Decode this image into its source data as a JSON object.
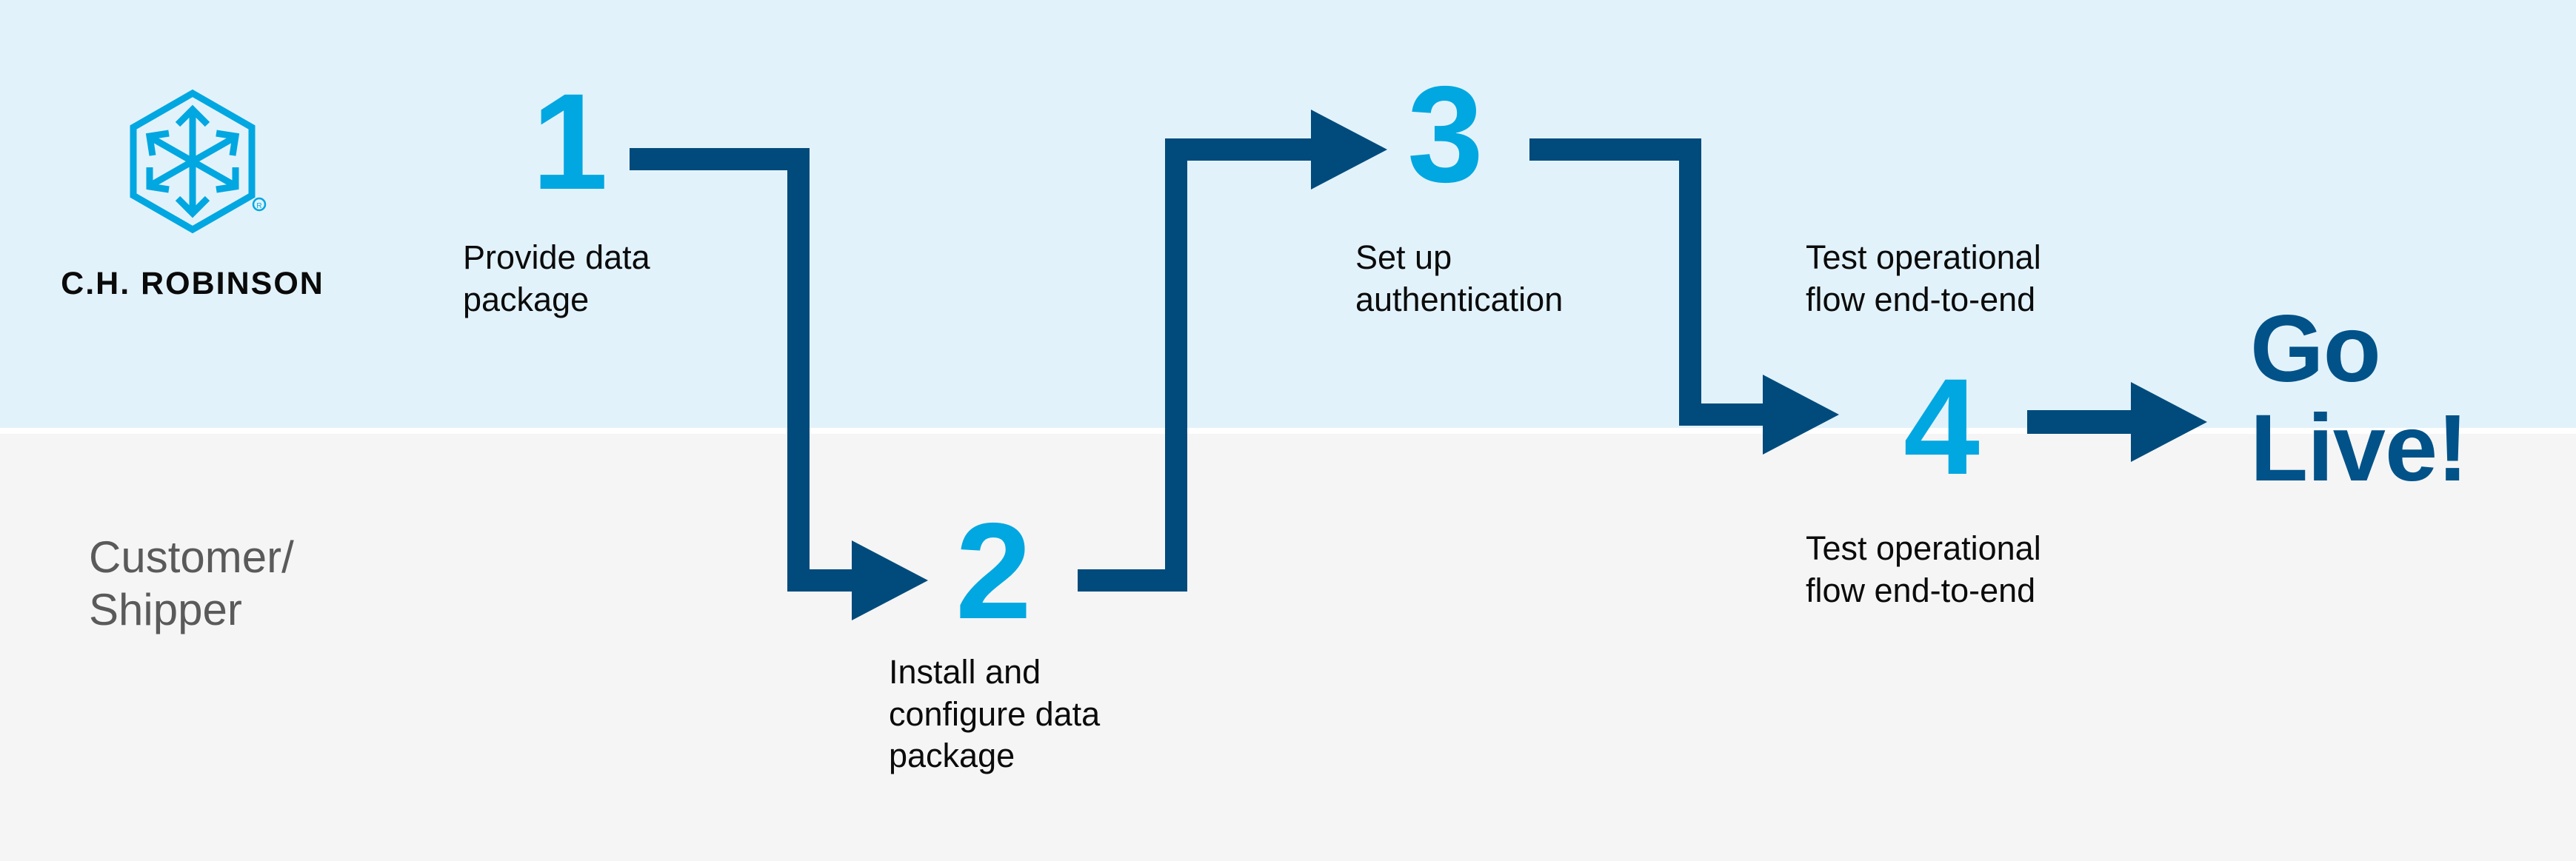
{
  "theme": {
    "band_top_color": "#e2f2fb",
    "band_bottom_color": "#f5f5f5",
    "accent_light_blue": "#00a7e1",
    "accent_dark_navy": "#004b7c",
    "brand_navy": "#005288",
    "lane_label_color": "#5a5a5a",
    "caption_color": "#0b0b0b"
  },
  "brand": {
    "wordmark": "C.H. ROBINSON",
    "mark_name": "hexagon-arrows-logo",
    "registered_mark": "®"
  },
  "lanes": [
    {
      "id": "ch-robinson",
      "label": ""
    },
    {
      "id": "customer-shipper",
      "label": "Customer/\nShipper"
    }
  ],
  "steps": [
    {
      "number": "1",
      "caption": "Provide data\npackage",
      "lane": "ch-robinson"
    },
    {
      "number": "2",
      "caption": "Install and\nconfigure data\npackage",
      "lane": "customer-shipper"
    },
    {
      "number": "3",
      "caption": "Set up\nauthentication",
      "lane": "ch-robinson"
    },
    {
      "number": "",
      "caption": "Test operational\nflow end-to-end",
      "lane": "ch-robinson"
    },
    {
      "number": "4",
      "caption": "Test operational\nflow end-to-end",
      "lane": "customer-shipper"
    }
  ],
  "outcome": {
    "label": "Go\nLive!"
  },
  "connectors": [
    {
      "id": "step1-to-step2",
      "from": "1",
      "to": "2",
      "shape": "right-down-right",
      "arrow": true
    },
    {
      "id": "step2-to-step3",
      "from": "2",
      "to": "3",
      "shape": "right-up-right",
      "arrow": true
    },
    {
      "id": "step3-to-step4",
      "from": "3",
      "to": "4",
      "shape": "right-down-right",
      "arrow": true
    },
    {
      "id": "step4-to-golive",
      "from": "4",
      "to": "Go Live!",
      "shape": "right",
      "arrow": true
    }
  ]
}
